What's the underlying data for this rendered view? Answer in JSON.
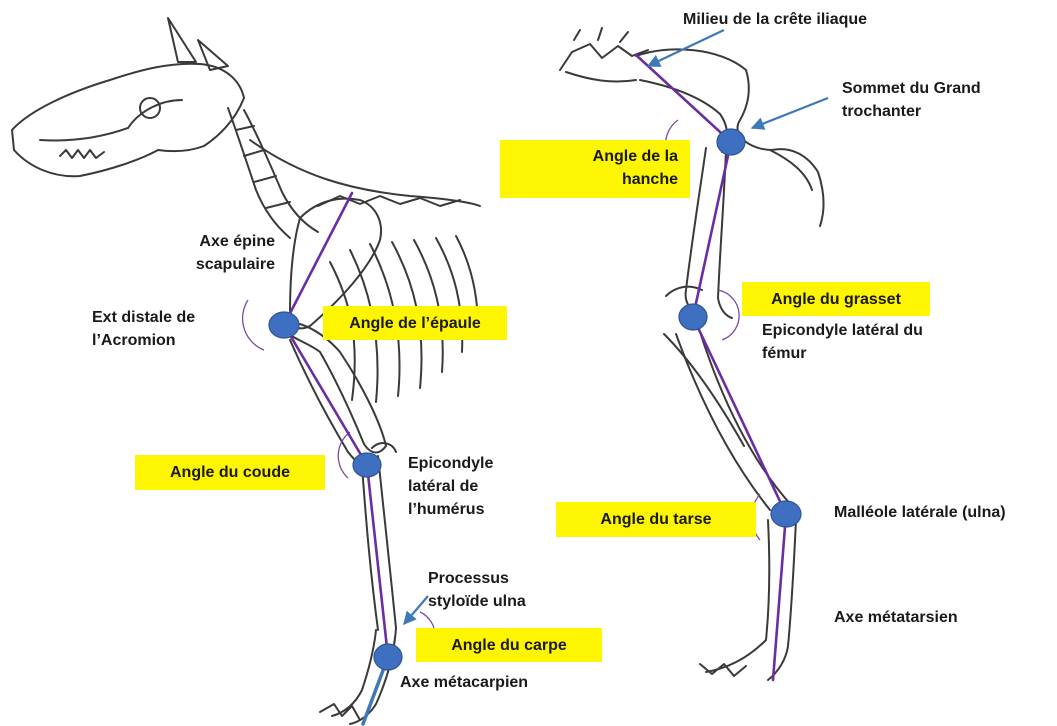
{
  "colors": {
    "axis_line": "#6a2da3",
    "joint_marker": "#3f6fc0",
    "pointer_arrow": "#3f78b8",
    "label_highlight": "#fdf502",
    "skeleton_ink": "#3a3a3a"
  },
  "forelimb": {
    "angles": {
      "shoulder": "Angle de l’épaule",
      "elbow": "Angle du coude",
      "carpus": "Angle du carpe"
    },
    "landmarks": {
      "scapular_spine_axis": "Axe épine\nscapulaire",
      "acromion_distal_end": "Ext distale de\nl’Acromion",
      "humerus_lateral_epicondyle": "Epicondyle\nlatéral de\nl’humérus",
      "ulna_styloid_process": "Processus\nstyloïde ulna",
      "metacarpal_axis": "Axe métacarpien"
    }
  },
  "hindlimb": {
    "angles": {
      "hip": "Angle de la\nhanche",
      "stifle": "Angle du grasset",
      "tarsus": "Angle du tarse"
    },
    "landmarks": {
      "iliac_crest_midpoint": "Milieu de la crête iliaque",
      "greater_trochanter_top": "Sommet du Grand\ntrochanter",
      "femur_lateral_epicondyle": "Epicondyle latéral du\nfémur",
      "lateral_malleolus": "Malléole latérale (ulna)",
      "metatarsal_axis": "Axe métatarsien"
    }
  }
}
